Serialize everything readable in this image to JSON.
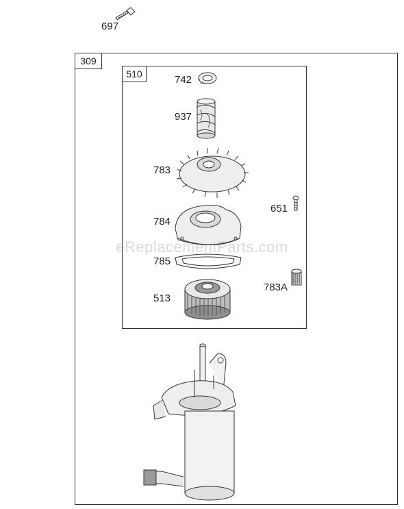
{
  "parts": {
    "p697": "697",
    "p309": "309",
    "p510": "510",
    "p742": "742",
    "p937": "937",
    "p783": "783",
    "p651": "651",
    "p784": "784",
    "p785": "785",
    "p513": "513",
    "p783A": "783A"
  },
  "watermark": "eReplacementParts.com",
  "colors": {
    "line": "#333333",
    "fill_light": "#f2f2f2",
    "fill_mid": "#d9d9d9",
    "fill_dark": "#9a9a9a"
  }
}
